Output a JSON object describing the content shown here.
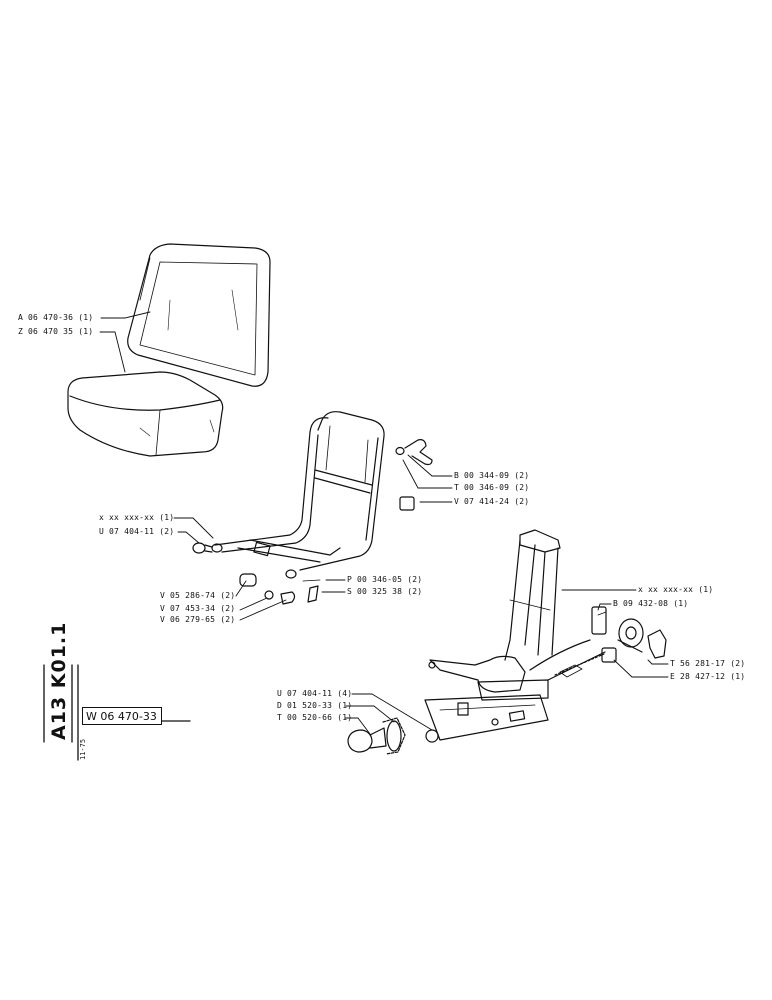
{
  "sheet": {
    "group_code": "A13 K01.1",
    "date": "11-75",
    "drawing_number": "W 06 470-33"
  },
  "callouts": {
    "backrest": "A 06 470-36 (1)",
    "seat_cushion": "Z 06 470  35 (1)",
    "frame_xx": "x xx xxx-xx (1)",
    "frame_plug": "U 07 404-11 (2)",
    "wing_nut": "B 00 344-09 (2)",
    "washer_top": "T 00 346-09 (2)",
    "rubber_block": "V 07 414-24 (2)",
    "pin_p": "P 00 346-05 (2)",
    "screw_s": "S 00 325  38 (2)",
    "bushing_v05": "V 05 286-74 (2)",
    "washer_v07": "V 07 453-34 (2)",
    "knob_v06": "V 06 279-65 (2)",
    "suspension_xx": "x xx xxx-xx (1)",
    "reel": "B 09 432-08 (1)",
    "clip": "T 56 281-17 (2)",
    "spindle": "E 28 427-12 (1)",
    "plug_four": "U 07 404-11 (4)",
    "star_knob": "D 01 520-33 (1)",
    "knob_t": "T 00 520-66 (1)"
  }
}
